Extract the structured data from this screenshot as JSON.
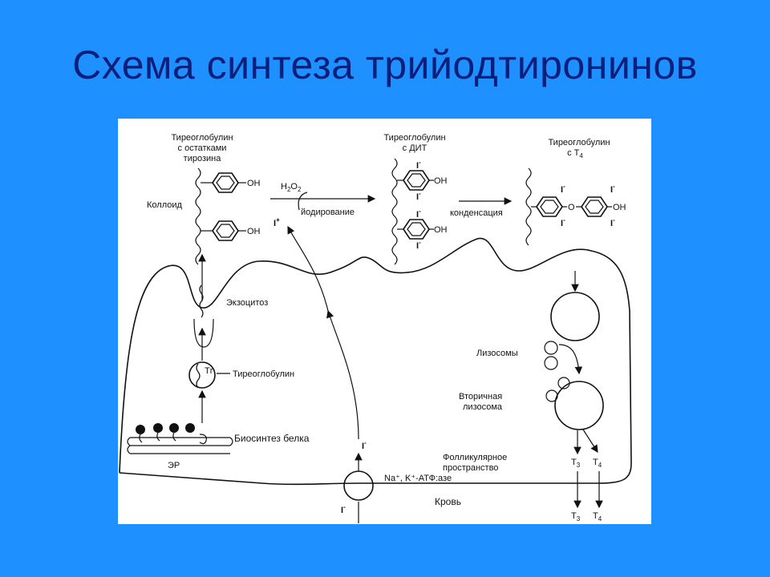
{
  "slide": {
    "title": "Схема синтеза трийодтиронинов",
    "background_color": "#1e90ff",
    "title_color": "#0b1f7a"
  },
  "diagram": {
    "tg_tyrosine": [
      "Тиреоглобулин",
      "с остатками",
      "тирозина"
    ],
    "tg_dit": [
      "Тиреоглобулин",
      "с ДИТ"
    ],
    "tg_t4": [
      "Тиреоглобулин",
      "с Т"
    ],
    "t4_subscript": "4",
    "colloid": "Коллоид",
    "h2o2": "H",
    "h2o2_sub1": "2",
    "h2o2_o": "O",
    "h2o2_sub2": "2",
    "iodination": "йодирование",
    "condensation": "конденсация",
    "iodine_plus": "I",
    "plus": "+",
    "iodide": "I",
    "minus": "-",
    "oh": "OH",
    "o_bridge": "O",
    "exocytosis": "Экзоцитоз",
    "tg_short": "Тг",
    "thyroglobulin": "Тиреоглобулин",
    "protein_biosynthesis": "Биосинтез белка",
    "er": "ЭР",
    "lysosomes": "Лизосомы",
    "secondary_lysosome": [
      "Вторичная",
      "лизосома"
    ],
    "follicular_space": [
      "Фолликулярное",
      "пространство"
    ],
    "na_k_atpase": "Na⁺, K⁺-АТФ:азе",
    "blood": "Кровь",
    "t3": "Т",
    "t3_sub": "3",
    "t4": "Т",
    "t4_sub": "4"
  }
}
